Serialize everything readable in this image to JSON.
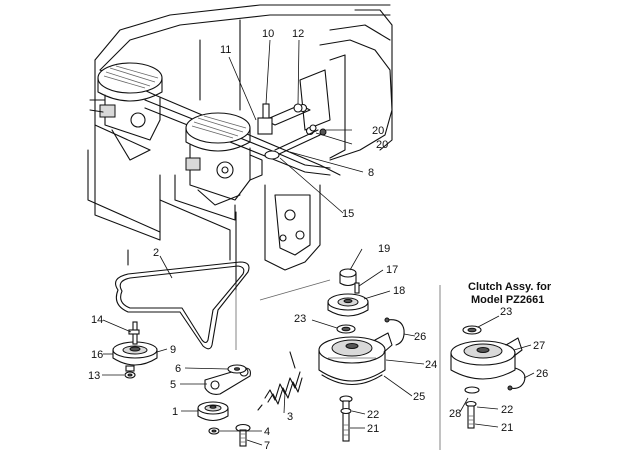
{
  "callouts": {
    "c1": "1",
    "c2": "2",
    "c3": "3",
    "c4": "4",
    "c5": "5",
    "c6": "6",
    "c7": "7",
    "c8": "8",
    "c9": "9",
    "c10": "10",
    "c11": "11",
    "c12": "12",
    "c13": "13",
    "c14": "14",
    "c15": "15",
    "c16": "16",
    "c17": "17",
    "c18": "18",
    "c19": "19",
    "c20a": "20",
    "c20b": "20",
    "c21a": "21",
    "c21b": "21",
    "c22a": "22",
    "c22b": "22",
    "c23a": "23",
    "c23b": "23",
    "c24": "24",
    "c25": "25",
    "c26a": "26",
    "c26b": "26",
    "c27": "27",
    "c28": "28"
  },
  "clutch_assy": {
    "line1": "Clutch Assy. for",
    "line2": "Model PZ2661"
  }
}
